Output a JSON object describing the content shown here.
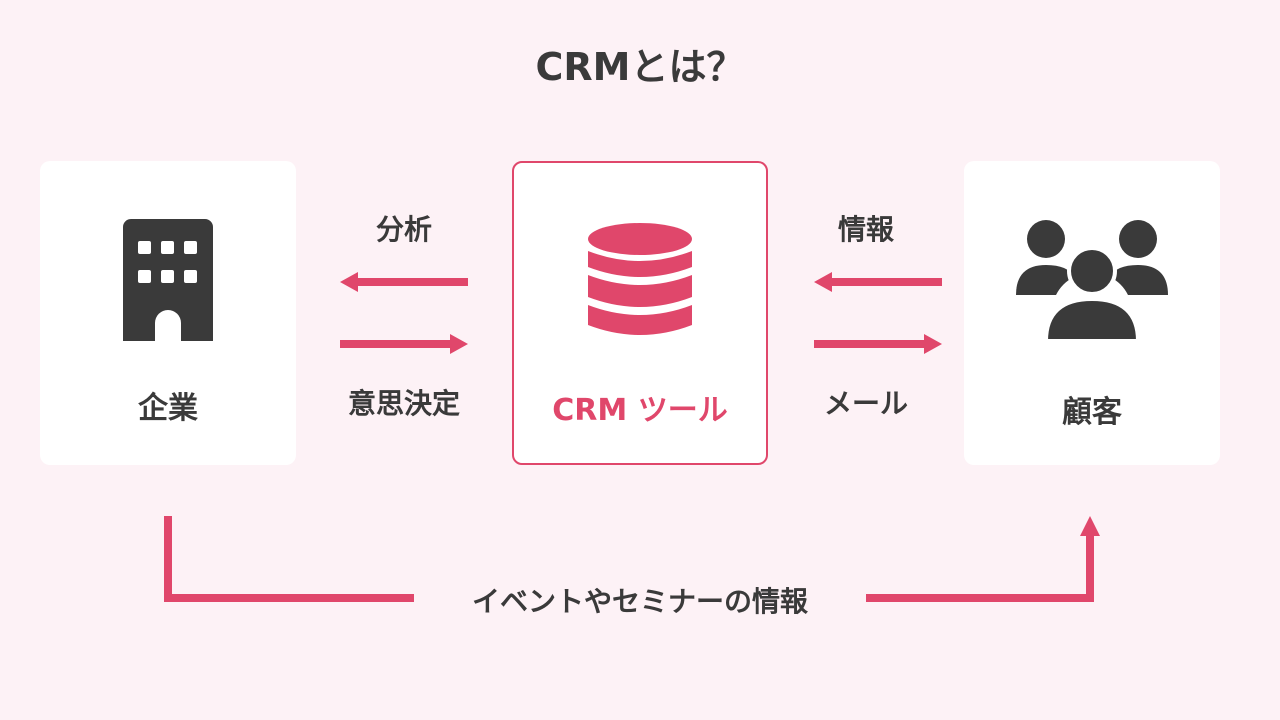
{
  "title": "CRMとは？",
  "nodes": {
    "company": {
      "label": "企業"
    },
    "crm": {
      "label": "CRM ツール"
    },
    "customer": {
      "label": "顧客"
    }
  },
  "edges": {
    "left_top": "分析",
    "left_bottom": "意思決定",
    "right_top": "情報",
    "right_bottom": "メール",
    "bottom": "イベントやセミナーの情報"
  },
  "colors": {
    "accent": "#e0476b",
    "icon_dark": "#3a3a3a",
    "background": "#fdf2f6",
    "card": "#ffffff"
  },
  "icons": {
    "company": "building-icon",
    "crm": "database-icon",
    "customer": "users-icon"
  }
}
